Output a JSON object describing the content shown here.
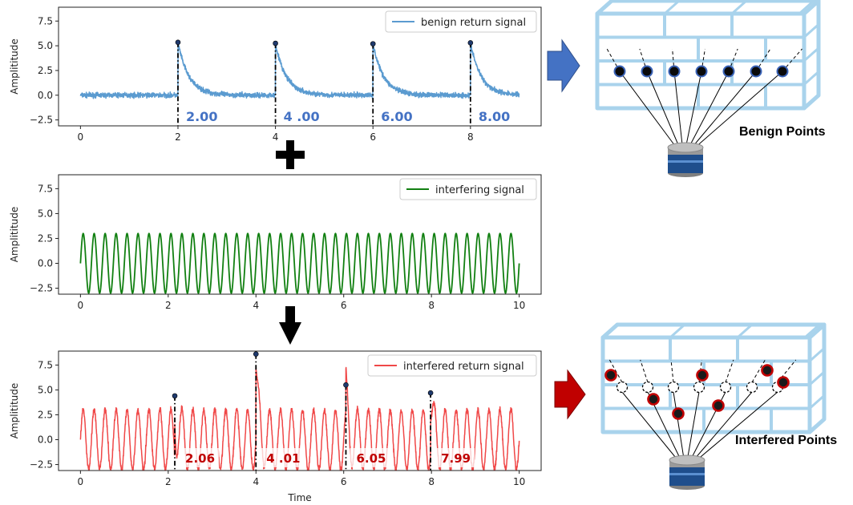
{
  "chart_data": [
    {
      "type": "line",
      "title": "",
      "xlabel": "",
      "ylabel": "Amplititude",
      "xlim": [
        -0.45,
        9.45
      ],
      "ylim": [
        -3.1,
        8.9
      ],
      "xticks": [
        0,
        2,
        4,
        6,
        8
      ],
      "yticks": [
        "−2.5",
        "0.0",
        "2.5",
        "5.0",
        "7.5"
      ],
      "legend": "top-right",
      "color": "#5b9bd0",
      "series": [
        {
          "name": "benign return signal",
          "kind": "decaying pulses",
          "noise": 0.28,
          "x_end": 9.0
        }
      ],
      "peaks": {
        "x": [
          2.0,
          4.0,
          6.0,
          8.0
        ],
        "y": [
          5.35,
          5.25,
          5.2,
          5.3
        ]
      },
      "annotations": [
        {
          "x": 2.0,
          "text": "2.00"
        },
        {
          "x": 4.0,
          "text": "4 .00"
        },
        {
          "x": 6.0,
          "text": "6.00"
        },
        {
          "x": 8.0,
          "text": "8.00"
        }
      ]
    },
    {
      "type": "line",
      "title": "",
      "xlabel": "",
      "ylabel": "Amplititude",
      "xlim": [
        -0.5,
        10.5
      ],
      "ylim": [
        -3.1,
        8.9
      ],
      "xticks": [
        0,
        2,
        4,
        6,
        8,
        10
      ],
      "yticks": [
        "−2.5",
        "0.0",
        "2.5",
        "5.0",
        "7.5"
      ],
      "legend": "top-right",
      "color": "#128012",
      "series": [
        {
          "name": "interfering signal",
          "kind": "sine",
          "amplitude": 3.0,
          "cycles": 40,
          "x_end": 10.0
        }
      ]
    },
    {
      "type": "line",
      "title": "",
      "xlabel": "Time",
      "ylabel": "Amplititude",
      "xlim": [
        -0.5,
        10.5
      ],
      "ylim": [
        -3.1,
        8.9
      ],
      "xticks": [
        0,
        2,
        4,
        6,
        8,
        10
      ],
      "yticks": [
        "−2.5",
        "0.0",
        "2.5",
        "5.0",
        "7.5"
      ],
      "legend": "top-right",
      "color": "#f04848",
      "series": [
        {
          "name": "interfered return signal",
          "kind": "sum",
          "x_end": 10.0
        }
      ],
      "peaks": {
        "x": [
          2.15,
          4.0,
          6.05,
          7.98
        ],
        "y": [
          4.4,
          8.6,
          5.5,
          4.7
        ]
      },
      "annotations": [
        {
          "x": 2.15,
          "text": "2.06"
        },
        {
          "x": 4.0,
          "text": "4 .01"
        },
        {
          "x": 6.05,
          "text": "6.05"
        },
        {
          "x": 7.98,
          "text": "7.99"
        }
      ]
    }
  ],
  "diagram": {
    "benign_label": "Benign Points",
    "interfered_label": "Interfered Points"
  },
  "colors": {
    "wall": "#a9d3ec",
    "arrow_blue": "#4472c4",
    "arrow_red": "#c00000",
    "lidar_top": "#bfbfbf",
    "lidar_body": "#1f4e8c"
  }
}
